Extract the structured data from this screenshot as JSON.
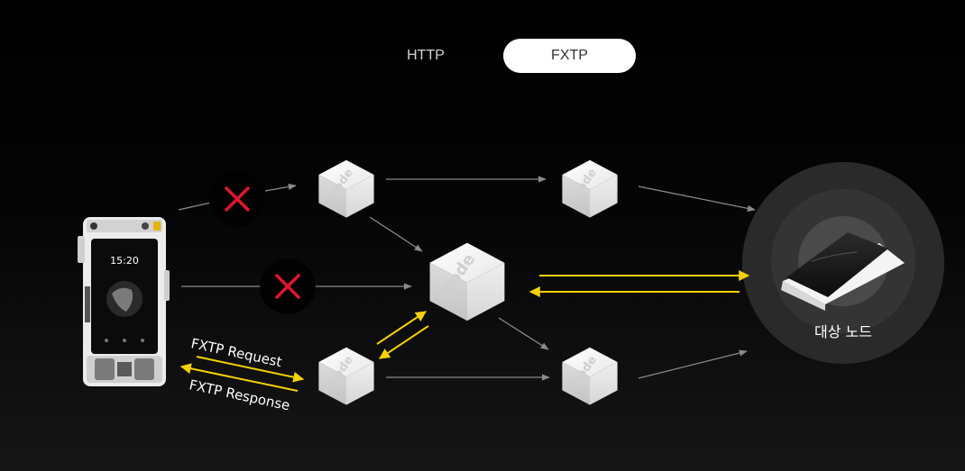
{
  "tabs": {
    "http": "HTTP",
    "fxtp": "FXTP",
    "active": "FXTP"
  },
  "node_label": "Node",
  "target_node": {
    "label": "대상 노드"
  },
  "flow_labels": {
    "request": "FXTP Request",
    "response": "FXTP Response"
  },
  "colors": {
    "accent": "#F5D100",
    "blocked": "#E0162B",
    "edge": "#8A8A8A",
    "tab_active_bg": "#FFFFFF"
  },
  "icons": {
    "blocked": "x-mark-icon",
    "device": "rugged-phone-icon",
    "target": "target-device-icon"
  }
}
